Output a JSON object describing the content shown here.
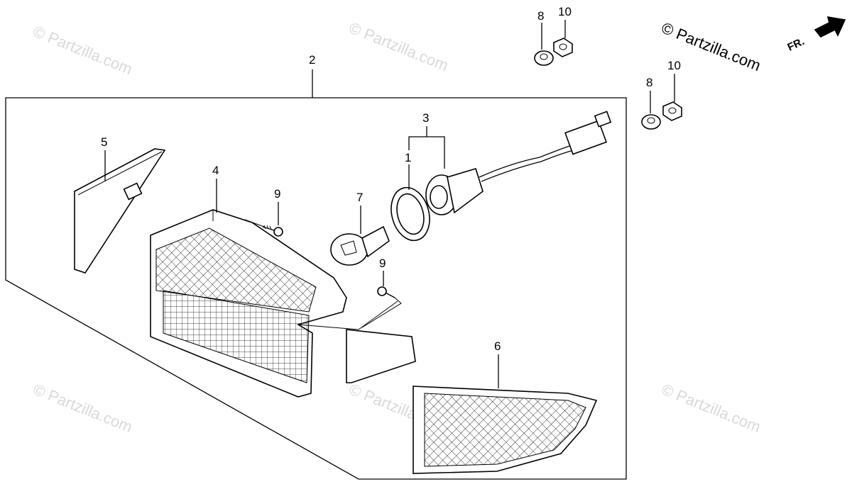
{
  "copyright": "© Partzilla.com",
  "watermark_text": "© Partzilla.com",
  "front_arrow_label": "FR.",
  "callouts": {
    "c1": "1",
    "c2": "2",
    "c3": "3",
    "c4": "4",
    "c5": "5",
    "c6": "6",
    "c7": "7",
    "c8a": "8",
    "c8b": "8",
    "c9a": "9",
    "c9b": "9",
    "c10a": "10",
    "c10b": "10"
  },
  "colors": {
    "line": "#000000",
    "watermark": "#d9d9d9",
    "background": "#ffffff"
  }
}
